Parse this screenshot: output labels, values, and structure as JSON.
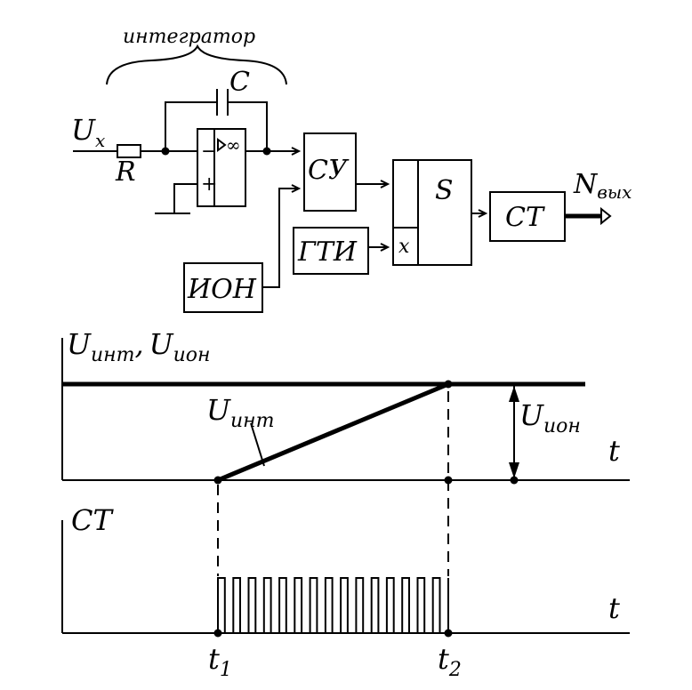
{
  "labels": {
    "integrator": "интегратор",
    "capacitor": "C",
    "input_voltage": "U",
    "input_voltage_sub": "x",
    "resistor": "R",
    "opamp_minus": "−",
    "opamp_plus": "+",
    "opamp_infinity": "∞",
    "control_device": "СУ",
    "reference_source": "ИОН",
    "pulse_generator": "ГТИ",
    "gate_s": "S",
    "gate_x": "x",
    "counter": "СТ",
    "output": "N",
    "output_sub": "вых",
    "plot1_ylabel_u1": "U",
    "plot1_ylabel_sub1": "инт",
    "plot1_ylabel_sep": ",",
    "plot1_ylabel_u2": "U",
    "plot1_ylabel_sub2": "ион",
    "ramp_label": "U",
    "ramp_label_sub": "инт",
    "ref_label": "U",
    "ref_label_sub": "ион",
    "time_axis_1": "t",
    "plot2_ylabel": "СТ",
    "time_axis_2": "t",
    "t1": "t",
    "t1_sub": "1",
    "t2": "t",
    "t2_sub": "2"
  },
  "pulse_count": 15
}
